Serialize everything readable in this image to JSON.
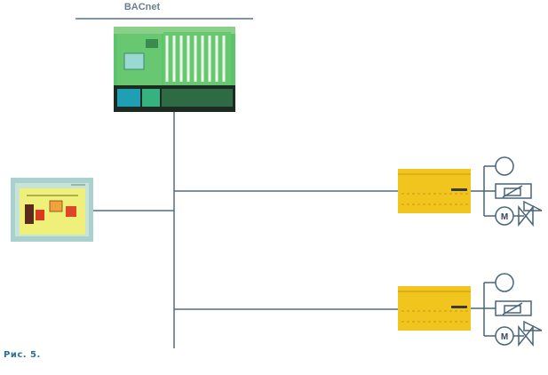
{
  "network": {
    "label": "BACnet"
  },
  "caption": {
    "text": "Рис. 5."
  },
  "devices": {
    "controller": "plc-controller",
    "panel": "touch-panel",
    "modules": [
      "io-module-1",
      "io-module-2"
    ]
  },
  "field_devices": [
    "sensor",
    "damper",
    "motor-valve"
  ],
  "motor_symbol": "M",
  "colors": {
    "bus_line": "#4f6f86",
    "bacnet_bar": "#7f96a8",
    "module_yellow": "#f2c41e",
    "controller_green": "#5cc46a",
    "panel_frame": "#a9d2cf"
  }
}
